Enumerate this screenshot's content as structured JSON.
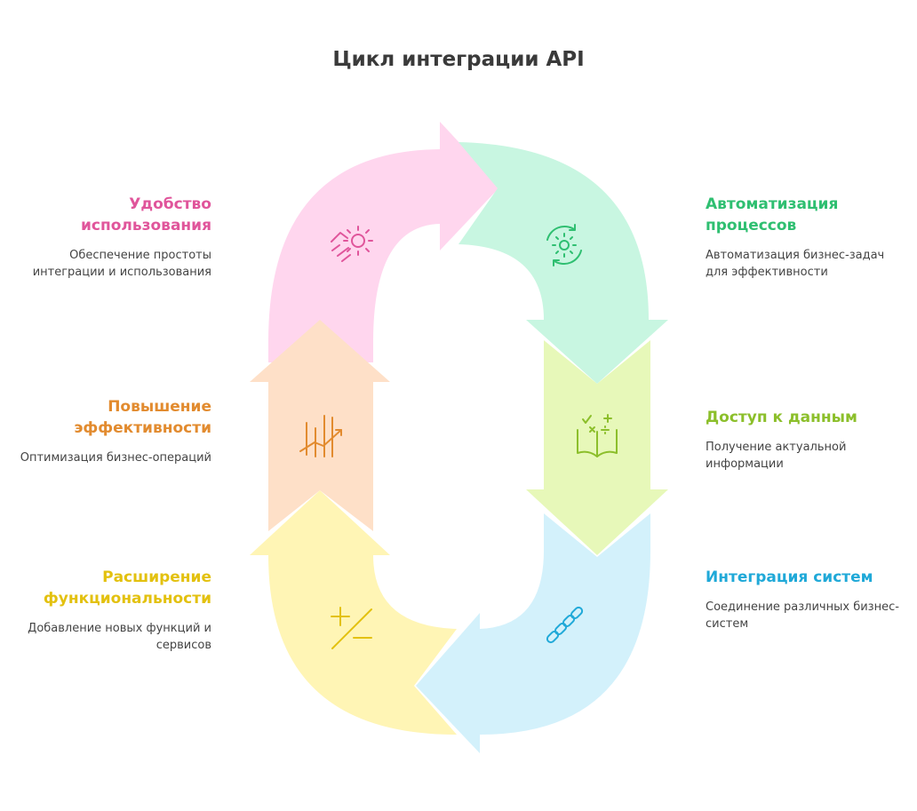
{
  "title": "Цикл интеграции API",
  "steps": [
    {
      "id": "usability",
      "heading": "Удобство использования",
      "description": "Обеспечение простоты интеграции и использования",
      "color": "#e0559b",
      "fill": "#ffd6ee",
      "icon": "handshake-gear-icon"
    },
    {
      "id": "automation",
      "heading": "Автоматизация процессов",
      "description": "Автоматизация бизнес-задач для эффективности",
      "color": "#2fbf71",
      "fill": "#c8f6e1",
      "icon": "gear-cycle-icon"
    },
    {
      "id": "data",
      "heading": "Доступ к данным",
      "description": "Получение актуальной информации",
      "color": "#8cbf2b",
      "fill": "#e7f8b9",
      "icon": "book-math-icon"
    },
    {
      "id": "integration",
      "heading": "Интеграция систем",
      "description": "Соединение различных бизнес-систем",
      "color": "#20a9d8",
      "fill": "#d3f1fb",
      "icon": "chain-link-icon"
    },
    {
      "id": "functionality",
      "heading": "Расширение функциональности",
      "description": "Добавление новых функций и сервисов",
      "color": "#e3c10f",
      "fill": "#fff5b5",
      "icon": "plus-minus-icon"
    },
    {
      "id": "efficiency",
      "heading": "Повышение эффективности",
      "description": "Оптимизация бизнес-операций",
      "color": "#e28b2f",
      "fill": "#fee0c8",
      "icon": "growth-chart-icon"
    }
  ]
}
